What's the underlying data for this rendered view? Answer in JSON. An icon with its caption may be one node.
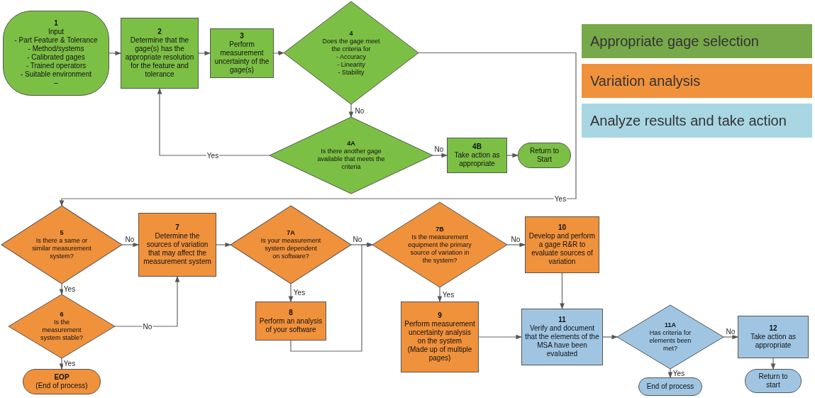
{
  "diagram": {
    "nodes": [
      {
        "text": [
          "1",
          "Input",
          "- Part Feature & Tolerance",
          "- Method/systems",
          "- Calibrated gages",
          "- Trained operators",
          "- Suitable environment",
          "–"
        ]
      },
      {
        "text": [
          "2",
          "Determine that the gage(s) has the appropriate resolution for the feature and tolerance"
        ]
      },
      {
        "text": [
          "3",
          "Perform measurement uncertainty of the gage(s)"
        ]
      },
      {
        "text": [
          "4",
          "Does the gage meet the criteria for",
          "- Accuracy",
          "- Linearity",
          "- Stability"
        ]
      },
      {
        "text": [
          "4A",
          "Is there another gage available that meets the criteria"
        ]
      },
      {
        "text": [
          "4B",
          "Take action as appropriate"
        ]
      },
      {
        "text": [
          "Return to Start"
        ]
      },
      {
        "text": [
          "5",
          "Is there a same or similar measurement system?"
        ]
      },
      {
        "text": [
          "6",
          "Is the measurement system stable?"
        ]
      },
      {
        "text": [
          "EOP",
          "(End of process)"
        ]
      },
      {
        "text": [
          "7",
          "Determine the sources of variation that may affect the measurement system"
        ]
      },
      {
        "text": [
          "7A",
          "Is your measurement system dependent on software?"
        ]
      },
      {
        "text": [
          "8",
          "Perform an analysis of your software"
        ]
      },
      {
        "text": [
          "7B",
          "Is the measurement equipment the primary source of variation in the system?"
        ]
      },
      {
        "text": [
          "10",
          "Develop and perform a gage R&R to evaluate sources of variation"
        ]
      },
      {
        "text": [
          "9",
          "Perform measurement uncertainty analysis on the system",
          "(Made up of multiple pages)"
        ]
      },
      {
        "text": [
          "11",
          "Verify and document that the elements of the MSA have been evaluated"
        ]
      },
      {
        "text": [
          "11A",
          "Has criteria for elements been met?"
        ]
      },
      {
        "text": [
          "End of process"
        ]
      },
      {
        "text": [
          "12",
          "Take action as appropriate"
        ]
      },
      {
        "text": [
          "Return to start"
        ]
      }
    ],
    "edges": [
      {
        "from": 0,
        "to": 1,
        "arrow": "to"
      },
      {
        "from": 1,
        "to": 2,
        "arrow": "to"
      },
      {
        "from": 2,
        "to": 3,
        "arrow": "to"
      },
      {
        "from": 3,
        "to": 4,
        "arrow": "to",
        "label": "No"
      },
      {
        "from": 3,
        "to": 7,
        "arrow": "to",
        "label": "Yes"
      },
      {
        "from": 4,
        "to": 1,
        "arrow": "to",
        "label": "Yes"
      },
      {
        "from": 4,
        "to": 5,
        "arrow": "to",
        "label": "No"
      },
      {
        "from": 5,
        "to": 6,
        "arrow": "to"
      },
      {
        "from": 7,
        "to": 10,
        "arrow": "to",
        "label": "No"
      },
      {
        "from": 7,
        "to": 8,
        "arrow": "to",
        "label": "Yes"
      },
      {
        "from": 8,
        "to": 10,
        "arrow": "to",
        "label": "No"
      },
      {
        "from": 8,
        "to": 9,
        "arrow": "to",
        "label": "Yes"
      },
      {
        "from": 10,
        "to": 11,
        "arrow": "to"
      },
      {
        "from": 11,
        "to": 13,
        "arrow": "to",
        "label": "No"
      },
      {
        "from": 11,
        "to": 12,
        "arrow": "to",
        "label": "Yes"
      },
      {
        "from": 12,
        "to": 13,
        "arrow": "to"
      },
      {
        "from": 13,
        "to": 14,
        "arrow": "to",
        "label": "No"
      },
      {
        "from": 13,
        "to": 15,
        "arrow": "to",
        "label": "Yes"
      },
      {
        "from": 15,
        "to": 16,
        "arrow": "to"
      },
      {
        "from": 14,
        "to": 16,
        "arrow": "to"
      },
      {
        "from": 16,
        "to": 17,
        "arrow": "to"
      },
      {
        "from": 17,
        "to": 19,
        "arrow": "to",
        "label": "No"
      },
      {
        "from": 17,
        "to": 18,
        "arrow": "to",
        "label": "Yes"
      },
      {
        "from": 19,
        "to": 20,
        "arrow": "to"
      }
    ],
    "legend": [
      {
        "text": "Appropriate gage selection",
        "color": "#77a84a"
      },
      {
        "text": "Variation analysis",
        "color": "#f0913c"
      },
      {
        "text": "Analyze results and take action",
        "color": "#a9d6e3"
      }
    ]
  }
}
